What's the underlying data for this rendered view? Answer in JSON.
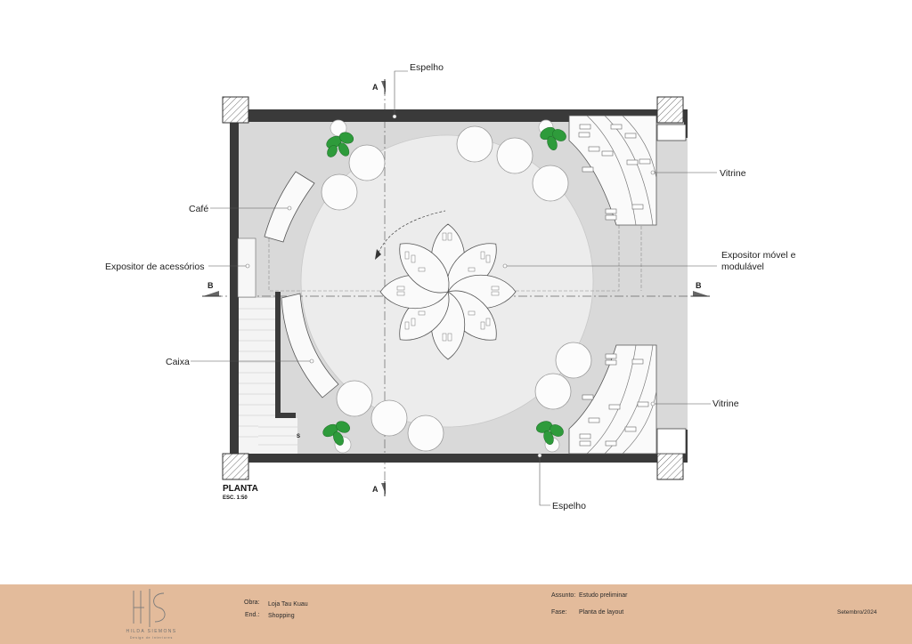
{
  "labels": {
    "espelho_top": "Espelho",
    "espelho_bottom": "Espelho",
    "cafe": "Café",
    "expositor_acessorios": "Expositor de acessórios",
    "caixa": "Caixa",
    "vitrine_top": "Vitrine",
    "vitrine_bottom": "Vitrine",
    "expositor_movel_1": "Expositor móvel e",
    "expositor_movel_2": "modulável"
  },
  "section_marks": {
    "a_top": "A",
    "a_bottom": "A",
    "b_left": "B",
    "b_right": "B"
  },
  "drawing": {
    "title": "PLANTA",
    "scale": "ESC. 1:50",
    "stair_mark": "S"
  },
  "titleblock": {
    "logo_name": "HILDA SIEMONS",
    "logo_sub": "Design de Interiores",
    "obra_label": "Obra:",
    "obra_value": "Loja Tau Kuau",
    "end_label": "End.:",
    "end_value": "Shopping",
    "assunto_label": "Assunto:",
    "assunto_value": "Estudo preliminar",
    "fase_label": "Fase:",
    "fase_value": "Planta de layout",
    "date": "Setembro/2024"
  },
  "colors": {
    "floor": "#d9d9d9",
    "circle": "#ececec",
    "wall": "#3a3a3a",
    "plant": "#2e9b3b",
    "titleblock": "#e3bb9b"
  }
}
